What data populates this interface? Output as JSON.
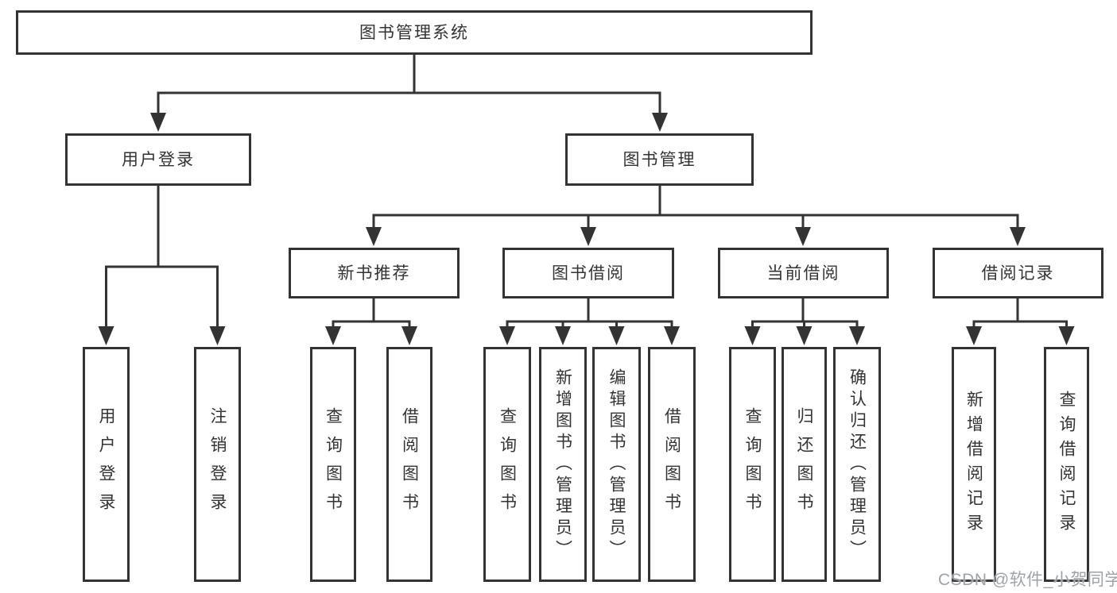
{
  "title": "图书管理系统",
  "level2": {
    "login": "用户登录",
    "books": "图书管理"
  },
  "level3": {
    "recommend": "新书推荐",
    "borrow": "图书借阅",
    "current": "当前借阅",
    "records": "借阅记录"
  },
  "leaves": {
    "login": [
      "用户登录",
      "注销登录"
    ],
    "recommend": [
      "查询图书",
      "借阅图书"
    ],
    "borrow": [
      "查询图书",
      "新增图书（管理员）",
      "编辑图书（管理员）",
      "借阅图书"
    ],
    "current": [
      "查询图书",
      "归还图书",
      "确认归还（管理员）"
    ],
    "records": [
      "新增借阅记录",
      "查询借阅记录"
    ]
  },
  "watermark": "CSDN @软件_小贺同学",
  "colors": {
    "line": "#333333",
    "box_border": "#333333",
    "text": "#333333",
    "watermark": "#9ea3a8",
    "background": "#ffffff"
  }
}
